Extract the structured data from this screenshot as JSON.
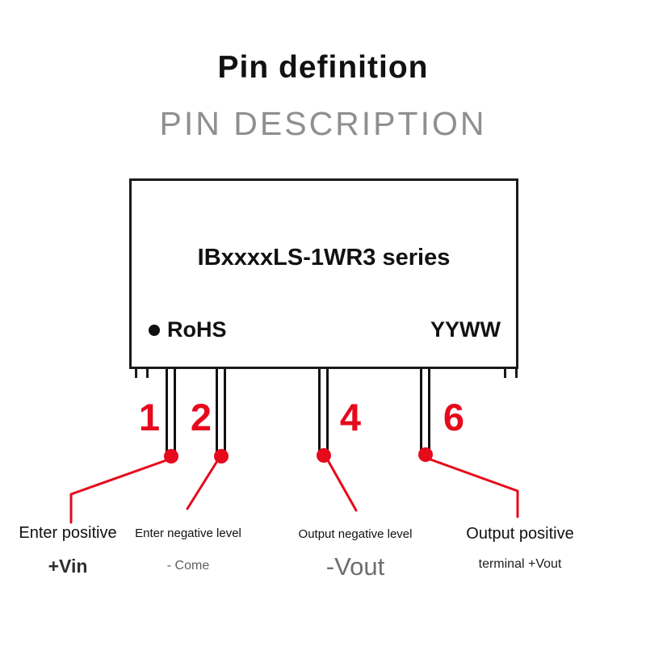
{
  "header": {
    "title": "Pin definition",
    "subtitle": "PIN DESCRIPTION"
  },
  "module": {
    "series_label": "IBxxxxLS-1WR3 series",
    "rohs_label": "RoHS",
    "datecode_label": "YYWW"
  },
  "pins": [
    {
      "number": "1",
      "desc": "Enter positive",
      "name": "+Vin"
    },
    {
      "number": "2",
      "desc": "Enter negative level",
      "name": "- Come"
    },
    {
      "number": "4",
      "desc": "Output negative level",
      "name": "-Vout"
    },
    {
      "number": "6",
      "desc": "Output positive",
      "name": "terminal +Vout"
    }
  ],
  "colors": {
    "accent_red": "#e60a1c",
    "subtitle_gray": "#8f8f8f",
    "outline_black": "#1a1a1a"
  }
}
